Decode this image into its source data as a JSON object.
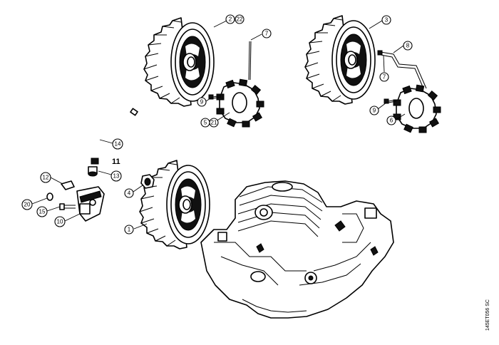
{
  "callouts": [
    {
      "id": "c22",
      "label": "2",
      "label2": "22"
    },
    {
      "id": "c7a",
      "label": "7"
    },
    {
      "id": "c3",
      "label": "3"
    },
    {
      "id": "c8",
      "label": "8"
    },
    {
      "id": "c7b",
      "label": "7"
    },
    {
      "id": "c9a",
      "label": "9"
    },
    {
      "id": "c521",
      "label": "5",
      "label2": "21"
    },
    {
      "id": "c9b",
      "label": "9"
    },
    {
      "id": "c6",
      "label": "6"
    },
    {
      "id": "c14",
      "label": "14"
    },
    {
      "id": "c13",
      "label": "13"
    },
    {
      "id": "c12",
      "label": "12"
    },
    {
      "id": "c4",
      "label": "4"
    },
    {
      "id": "c20",
      "label": "20"
    },
    {
      "id": "c15",
      "label": "15"
    },
    {
      "id": "c10",
      "label": "10"
    },
    {
      "id": "c1",
      "label": "1"
    }
  ],
  "plain_label_11": "11",
  "drawing_code": "145ET056 SC"
}
